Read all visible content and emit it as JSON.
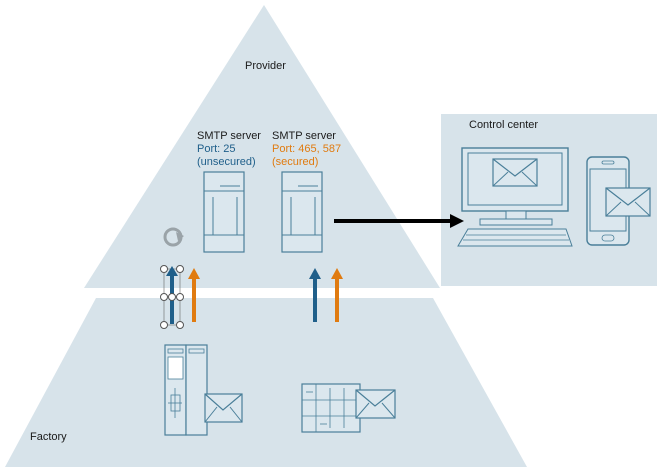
{
  "provider": {
    "label": "Provider",
    "server_unsecured": {
      "title": "SMTP server",
      "port": "Port: 25",
      "note": "(unsecured)"
    },
    "server_secured": {
      "title": "SMTP server",
      "port": "Port: 465, 587",
      "note": "(secured)"
    }
  },
  "control_center": {
    "label": "Control center"
  },
  "factory": {
    "label": "Factory"
  },
  "colors": {
    "zone_fill": "#d7e3ea",
    "device_fill": "#dbe7ee",
    "device_stroke": "#4a7f99",
    "unsecured_arrow": "#1f5f8a",
    "secured_arrow": "#e07b10",
    "link_arrow": "#000000"
  },
  "icons": [
    "envelope-icon",
    "refresh-icon",
    "monitor-icon",
    "phone-icon",
    "plc-icon",
    "io-module-icon",
    "server-icon"
  ]
}
